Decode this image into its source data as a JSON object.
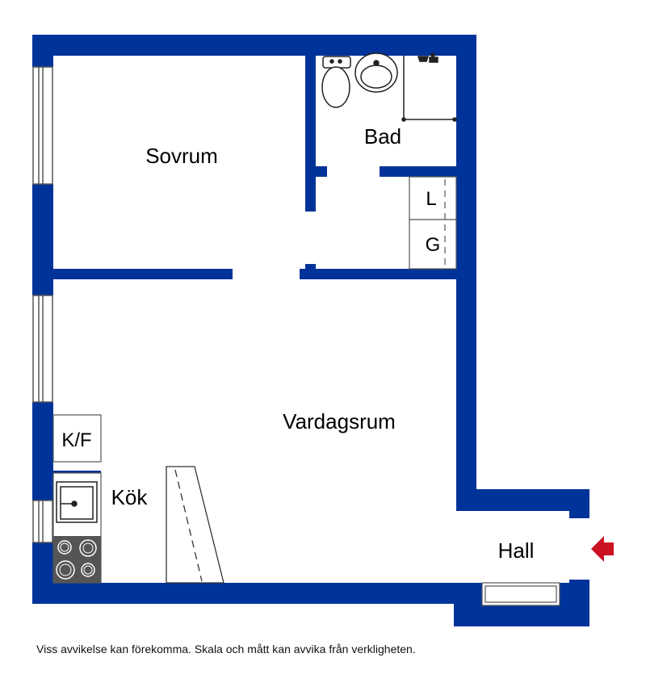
{
  "colors": {
    "wall": "#003399",
    "entrance_arrow": "#cc1122",
    "line": "#555555"
  },
  "rooms": {
    "sovrum": "Sovrum",
    "bad": "Bad",
    "vardagsrum": "Vardagsrum",
    "kok": "Kök",
    "hall": "Hall"
  },
  "fixtures": {
    "kf": "K/F",
    "laundry": "L",
    "closet": "G"
  },
  "disclaimer": "Viss avvikelse kan förekomma. Skala och mått kan avvika från verkligheten."
}
